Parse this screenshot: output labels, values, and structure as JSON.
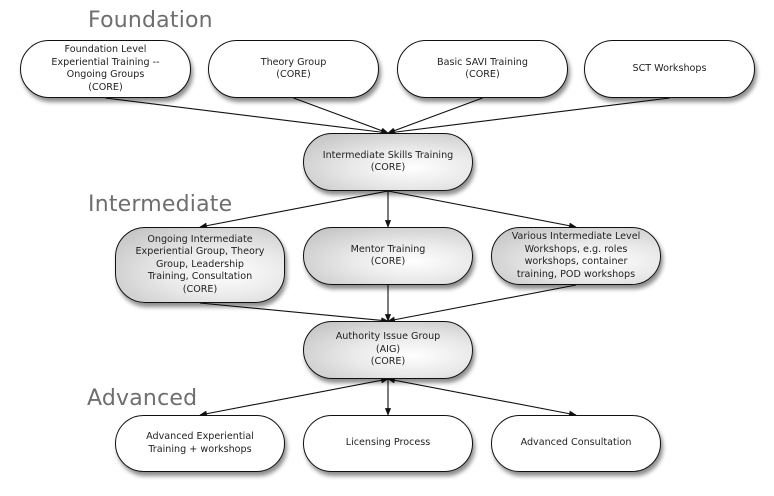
{
  "sections": {
    "foundation": "Foundation",
    "intermediate": "Intermediate",
    "advanced": "Advanced"
  },
  "nodes": {
    "foundation_experiential": {
      "label": "Foundation Level\nExperiential Training --\nOngoing Groups\n(CORE)",
      "style": "white"
    },
    "theory_group": {
      "label": "Theory Group\n(CORE)",
      "style": "white"
    },
    "basic_savi": {
      "label": "Basic SAVI Training\n(CORE)",
      "style": "white"
    },
    "sct_workshops": {
      "label": "SCT Workshops",
      "style": "white"
    },
    "intermediate_skills": {
      "label": "Intermediate Skills Training\n(CORE)",
      "style": "gray"
    },
    "ongoing_intermediate": {
      "label": "Ongoing Intermediate\nExperiential Group, Theory\nGroup, Leadership\nTraining, Consultation\n(CORE)",
      "style": "gray"
    },
    "mentor_training": {
      "label": "Mentor Training\n(CORE)",
      "style": "gray"
    },
    "various_intermediate": {
      "label": "Various Intermediate Level\nWorkshops, e.g. roles\nworkshops, container\ntraining, POD workshops",
      "style": "gray"
    },
    "aig": {
      "label": "Authority Issue Group\n(AIG)\n(CORE)",
      "style": "gray"
    },
    "advanced_experiential": {
      "label": "Advanced Experiential\nTraining + workshops",
      "style": "white"
    },
    "licensing_process": {
      "label": "Licensing Process",
      "style": "white"
    },
    "advanced_consultation": {
      "label": "Advanced Consultation",
      "style": "white"
    }
  },
  "edges": [
    {
      "from": "foundation_experiential",
      "to": "intermediate_skills",
      "arrow": "end"
    },
    {
      "from": "theory_group",
      "to": "intermediate_skills",
      "arrow": "end"
    },
    {
      "from": "basic_savi",
      "to": "intermediate_skills",
      "arrow": "end"
    },
    {
      "from": "sct_workshops",
      "to": "intermediate_skills",
      "arrow": "end"
    },
    {
      "from": "intermediate_skills",
      "to": "ongoing_intermediate",
      "arrow": "end"
    },
    {
      "from": "intermediate_skills",
      "to": "mentor_training",
      "arrow": "end"
    },
    {
      "from": "intermediate_skills",
      "to": "various_intermediate",
      "arrow": "end"
    },
    {
      "from": "ongoing_intermediate",
      "to": "aig",
      "arrow": "end"
    },
    {
      "from": "mentor_training",
      "to": "aig",
      "arrow": "end"
    },
    {
      "from": "various_intermediate",
      "to": "aig",
      "arrow": "end"
    },
    {
      "from": "aig",
      "to": "advanced_experiential",
      "arrow": "both"
    },
    {
      "from": "aig",
      "to": "licensing_process",
      "arrow": "end"
    },
    {
      "from": "aig",
      "to": "advanced_consultation",
      "arrow": "both"
    }
  ],
  "colors": {
    "section_title": "#6e6e6e",
    "stroke": "#111111",
    "gray_fill_light": "#ffffff",
    "gray_fill_dark": "#bdbdbd"
  }
}
